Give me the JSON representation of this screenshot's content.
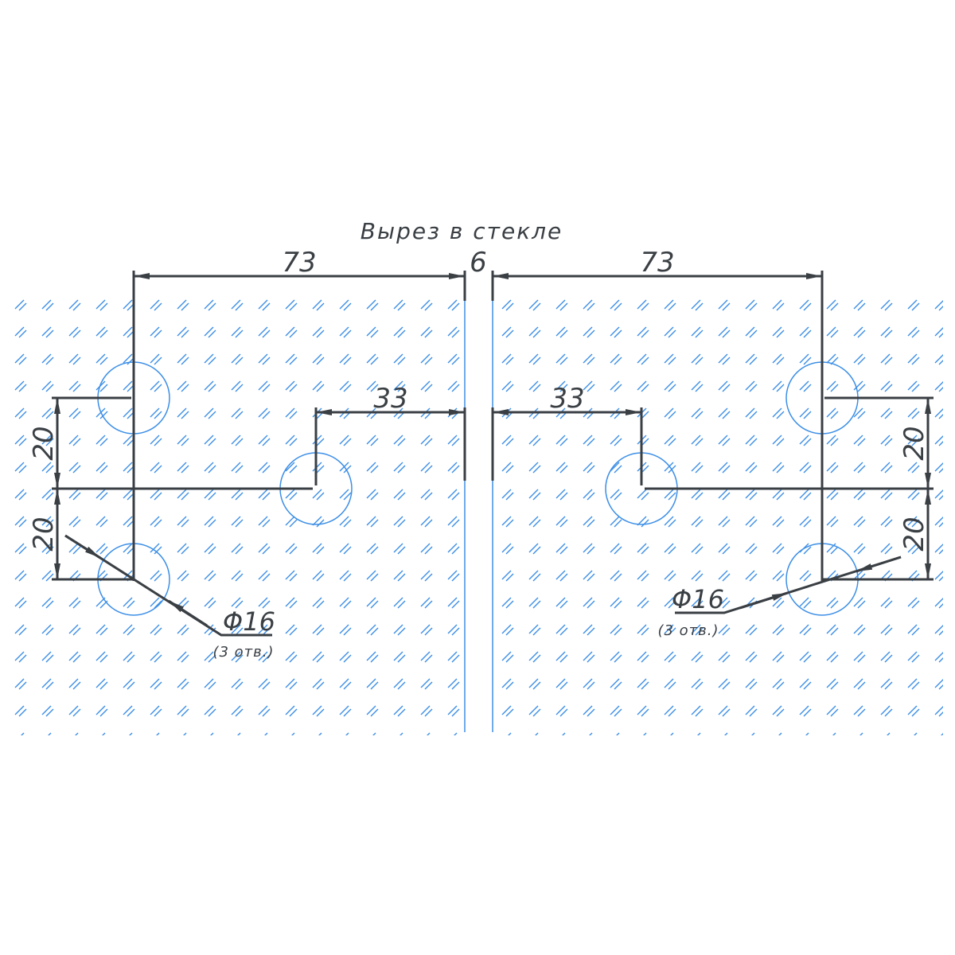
{
  "title": "Вырез в стекле",
  "dimensions": {
    "left_width": "73",
    "gap": "6",
    "right_width": "73",
    "left_offset": "33",
    "right_offset": "33",
    "left_vert_top": "20",
    "left_vert_bottom": "20",
    "right_vert_top": "20",
    "right_vert_bottom": "20"
  },
  "holes": {
    "left_diameter": "Φ16",
    "left_count": "(3 отв.)",
    "right_diameter": "Φ16",
    "right_count": "(3 отв.)"
  },
  "colors": {
    "line": "#3a3f44",
    "glass": "#3d8fe6"
  }
}
